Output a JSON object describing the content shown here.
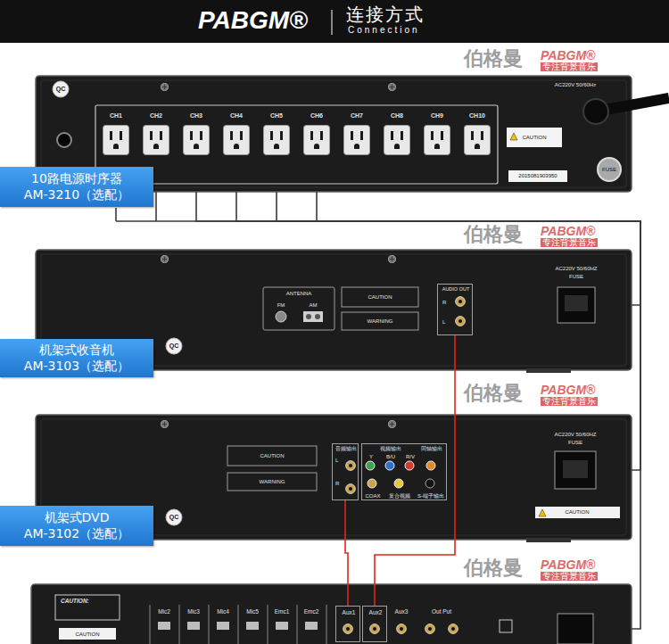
{
  "diagram": {
    "title": "连接方式",
    "nodes": [
      {
        "text": [
          "CH1",
          "CH2",
          "CH3",
          "CH4",
          "CH5",
          "CH6",
          "CH7",
          "CH8",
          "CH9",
          "CH10",
          "AC220V 50/60Hz",
          "FUSE",
          "CAUTION",
          "QC",
          "2015081903950"
        ]
      },
      {
        "text": [
          "10路电源时序器",
          "AM-3210（选配）"
        ]
      },
      {
        "text": [
          "ANTENNA",
          "FM",
          "AM",
          "CAUTION",
          "WARNING",
          "AC220V 50/60HZ",
          "FUSE",
          "QC"
        ]
      },
      {
        "text": [
          "AUDIO OUT",
          "R",
          "L"
        ],
        "in": 2
      },
      {
        "text": [
          "机架式收音机",
          "AM-3103（选配）"
        ]
      },
      {
        "text": [
          "CAUTION",
          "WARNING",
          "AC220V 50/60HZ",
          "FUSE",
          "CAUTION",
          "QC"
        ]
      },
      {
        "text": [
          "音频输出",
          "L",
          "R"
        ],
        "in": 5
      },
      {
        "text": [
          "视频输出",
          "Y",
          "B/U",
          "R/V",
          "同轴输出",
          "COAX",
          "复合视频",
          "S-端子输出"
        ],
        "in": 5
      },
      {
        "text": [
          "机架式DVD",
          "AM-3102（选配）"
        ]
      },
      {
        "text": [
          "CAUTION:",
          "CAUTION",
          "Mic2",
          "Mic3",
          "Mic4",
          "Mic5",
          "Emc1",
          "Emc2",
          "Aux3",
          "Out Put"
        ]
      },
      {
        "text": [
          "Aux1"
        ],
        "in": 9
      },
      {
        "text": [
          "Aux2"
        ],
        "in": 9
      }
    ],
    "edges": [
      {
        "from": 0,
        "to": 2,
        "arrow": "none"
      },
      {
        "from": 0,
        "to": 5,
        "arrow": "none"
      },
      {
        "from": 0,
        "to": 9,
        "arrow": "none"
      },
      {
        "from": 3,
        "to": 11,
        "arrow": "none"
      },
      {
        "from": 6,
        "to": 10,
        "arrow": "none"
      }
    ],
    "labels": [
      "PABGM®",
      "Connection",
      "伯格曼",
      "PABGM®",
      "专注背景音乐",
      "伯格曼",
      "PABGM®",
      "专注背景音乐",
      "伯格曼",
      "PABGM®",
      "专注背景音乐",
      "伯格曼",
      "PABGM®",
      "专注背景音乐"
    ]
  }
}
